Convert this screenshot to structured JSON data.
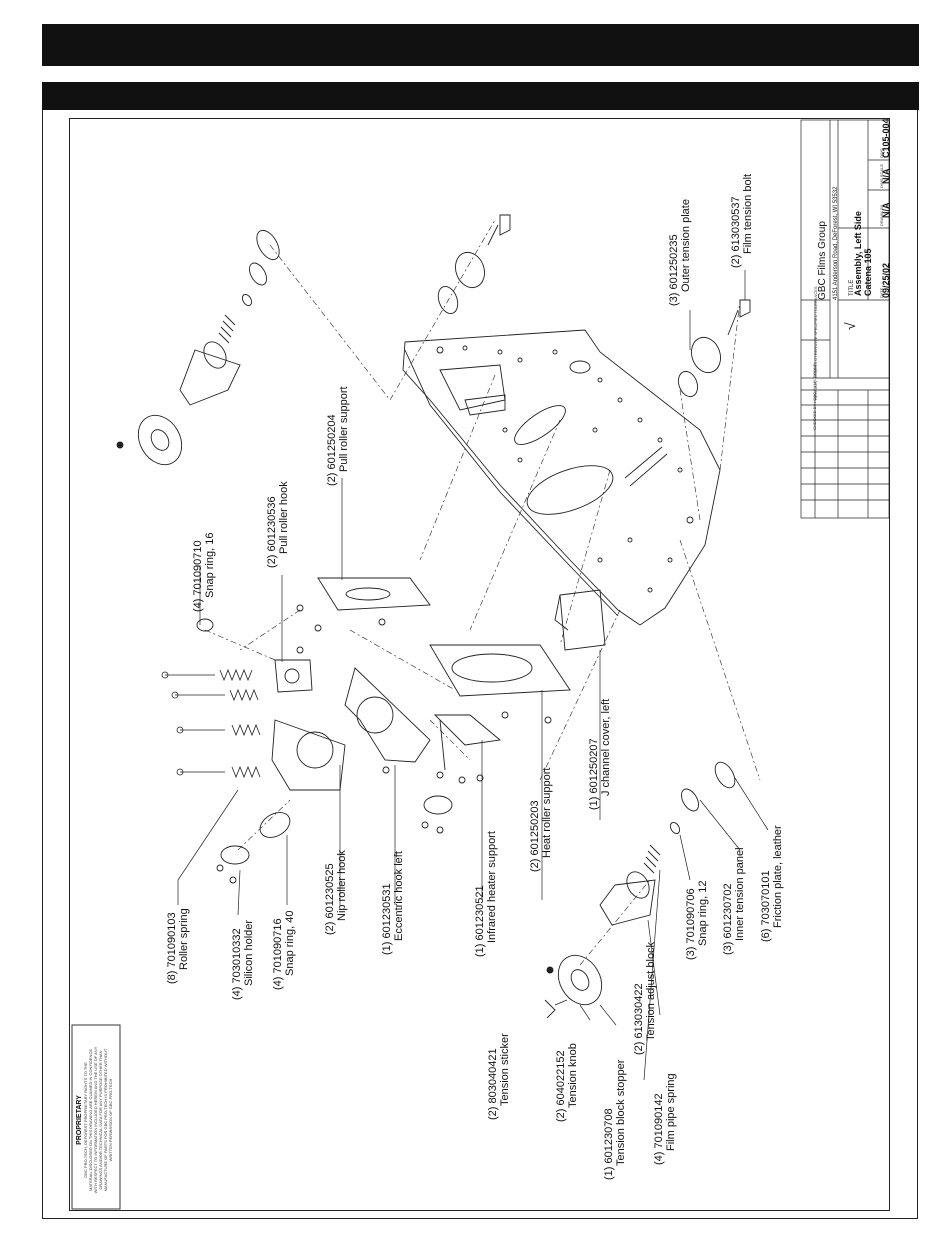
{
  "proprietary": {
    "title": "PROPRIETARY",
    "body_lines": [
      "GBC PRO-TECH, DEFOREST PROPRIETARY RIGHTS TO THE",
      "MATERIAL DISCLOSED ON THIS DRAWING ARE CLAIMED IN CONFIDENCE",
      "WITH RESPECT TO INFORMATION INCLUDED HEREIN AND THE USE OF ANY",
      "DRAWINGS AND/OR TECHNICAL DATA FOR ANY PURPOSE OTHER THAN",
      "MANUFACTURE OF PARTS FOR GBC PRO-TECH IS PROHIBITED WITHOUT",
      "WRITTEN PERMISSION OF GBC PRO-TECH"
    ]
  },
  "title_block": {
    "company": "GBC Films Group",
    "address": "4151 Anderson Road, DeForest, WI 53532",
    "title_label": "TITLE",
    "title_line1": "Assembly, Left Side",
    "title_line2": "Catena 105",
    "date_label": "DATE",
    "date": "09/25/02",
    "drawn_by_label": "DRAWN BY",
    "drawn_by": "N/A",
    "scale_label": "DWG SCALE",
    "scale": "N/A",
    "dwg_label": "DWG",
    "dwg_no": "C105-004",
    "checked_by": "CHECKED BY / GBC FILMS GROUP",
    "revision": "REVISION",
    "tolerance_header": "UNLESS OTHERWISE SPECIFIED TOLERANCES",
    "finish_symbol": "√"
  },
  "callouts": [
    {
      "qty": "(8)",
      "part": "701090103",
      "desc": "Roller spring"
    },
    {
      "qty": "(4)",
      "part": "703010332",
      "desc": "Silicon holder"
    },
    {
      "qty": "(4)",
      "part": "701090716",
      "desc": "Snap ring, 40"
    },
    {
      "qty": "(2)",
      "part": "601230525",
      "desc": "Nip roller hook"
    },
    {
      "qty": "(1)",
      "part": "601230531",
      "desc": "Eccentric hook left"
    },
    {
      "qty": "(1)",
      "part": "601230521",
      "desc": "Infrared heater support"
    },
    {
      "qty": "(2)",
      "part": "601250203",
      "desc": "Heat roller support"
    },
    {
      "qty": "(1)",
      "part": "601250207",
      "desc": "J channel cover, left"
    },
    {
      "qty": "(4)",
      "part": "701090710",
      "desc": "Snap ring, 16"
    },
    {
      "qty": "(2)",
      "part": "601230536",
      "desc": "Pull roller hook"
    },
    {
      "qty": "(2)",
      "part": "601250204",
      "desc": "Pull roller support"
    },
    {
      "qty": "(2)",
      "part": "803040421",
      "desc": "Tension sticker"
    },
    {
      "qty": "(2)",
      "part": "604022152",
      "desc": "Tension knob"
    },
    {
      "qty": "(1)",
      "part": "601230708",
      "desc": "Tension block stopper"
    },
    {
      "qty": "(4)",
      "part": "701090142",
      "desc": "Film pipe spring"
    },
    {
      "qty": "(2)",
      "part": "613030422",
      "desc": "Tension adjust block"
    },
    {
      "qty": "(3)",
      "part": "701090706",
      "desc": "Snap ring, 12"
    },
    {
      "qty": "(3)",
      "part": "601230702",
      "desc": "Inner tension panel"
    },
    {
      "qty": "(6)",
      "part": "703070101",
      "desc": "Friction plate, leather"
    },
    {
      "qty": "(3)",
      "part": "601250235",
      "desc": "Outer tension plate"
    },
    {
      "qty": "(2)",
      "part": "613030537",
      "desc": "Film tension bolt"
    }
  ]
}
